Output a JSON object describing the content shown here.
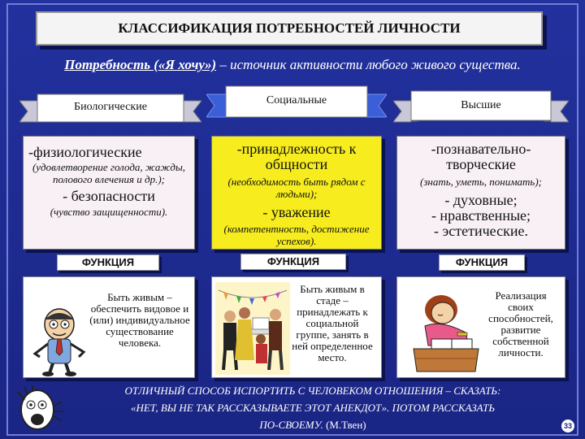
{
  "title": "КЛАССИФИКАЦИЯ ПОТРЕБНОСТЕЙ ЛИЧНОСТИ",
  "definition": {
    "term": "Потребность («Я хочу»)",
    "rest": " – источник активности любого живого существа."
  },
  "columns": [
    {
      "header": "Биологические",
      "item1": "-физиологические",
      "item1_note": "(удовлетворение голода, жажды, полового влечения и др.);",
      "item2": "- безопасности",
      "item2_note": "(чувство защищенности).",
      "function_label": "ФУНКЦИЯ",
      "function_text": "Быть живым – обеспечить видовое и (или) индивидуальное существование человека."
    },
    {
      "header": "Социальные",
      "item1": "-принадлежность к общности",
      "item1_note": "(необходимость быть рядом с людьми);",
      "item2": "- уважение",
      "item2_note": "(компетентность, достижение успехов).",
      "function_label": "ФУНКЦИЯ",
      "function_text": "Быть живым в стаде – принадлежать к социальной группе, занять в ней определенное место."
    },
    {
      "header": "Высшие",
      "item1": "-познавательно-творческие",
      "item1_note": "(знать, уметь, понимать);",
      "item2": "- духовные;",
      "item3": "- нравственные;",
      "item4": "- эстетические.",
      "function_label": "ФУНКЦИЯ",
      "function_text": "Реализация своих способностей, развитие собственной личности."
    }
  ],
  "quote": {
    "line1": "ОТЛИЧНЫЙ СПОСОБ ИСПОРТИТЬ С ЧЕЛОВЕКОМ ОТНОШЕНИЯ – СКАЗАТЬ:",
    "line2": "«НЕТ, ВЫ НЕ ТАК РАССКАЗЫВАЕТЕ ЭТОТ АНЕКДОТ». ПОТОМ РАССКАЗАТЬ",
    "line3": "ПО-СВОЕМУ.",
    "author": "(М.Твен)"
  },
  "page_number": "33",
  "icons": {
    "card1": "cartoon-man-icon",
    "card2": "party-people-icon",
    "card3": "sleeping-student-icon",
    "bottom": "screaming-man-icon"
  },
  "colors": {
    "background": "#1c2a96",
    "ribbon_center": "#3b5fd8",
    "ribbon_ends": "#c8c8d8",
    "yellow_box": "#f6ec1e"
  }
}
